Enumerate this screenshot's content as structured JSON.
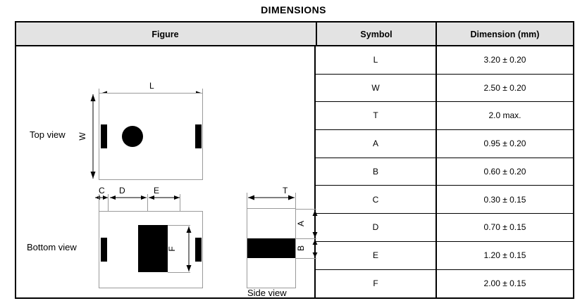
{
  "title": "DIMENSIONS",
  "table": {
    "headers": {
      "figure": "Figure",
      "symbol": "Symbol",
      "dimension": "Dimension (mm)"
    },
    "header_background": "#e3e3e3",
    "rows": [
      {
        "symbol": "L",
        "value": "3.20 ± 0.20"
      },
      {
        "symbol": "W",
        "value": "2.50 ± 0.20"
      },
      {
        "symbol": "T",
        "value": "2.0 max."
      },
      {
        "symbol": "A",
        "value": "0.95 ± 0.20"
      },
      {
        "symbol": "B",
        "value": "0.60 ± 0.20"
      },
      {
        "symbol": "C",
        "value": "0.30 ± 0.15"
      },
      {
        "symbol": "D",
        "value": "0.70 ± 0.15"
      },
      {
        "symbol": "E",
        "value": "1.20 ± 0.15"
      },
      {
        "symbol": "F",
        "value": "2.00 ± 0.15"
      }
    ]
  },
  "figure": {
    "views": {
      "top": "Top view",
      "bottom": "Bottom view",
      "side": "Side view"
    },
    "callouts": {
      "L": "L",
      "W": "W",
      "C": "C",
      "D": "D",
      "E": "E",
      "F": "F",
      "T": "T",
      "A": "A",
      "B": "B"
    }
  },
  "colors": {
    "line": "#000000",
    "outline": "#9a9a9a",
    "header_fill": "#e3e3e3",
    "page": "#ffffff"
  }
}
